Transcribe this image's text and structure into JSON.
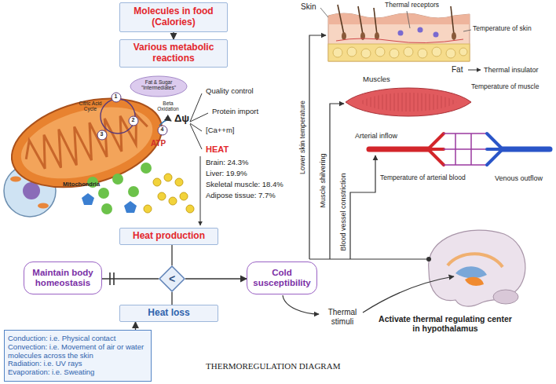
{
  "diagram": {
    "caption": "THERMOREGULATION DIAGRAM",
    "nodes": [
      {
        "text": [
          "Molecules in food (Calories)"
        ]
      },
      {
        "text": [
          "Various metabolic reactions"
        ]
      },
      {
        "text": [
          "Heat production"
        ]
      },
      {
        "text": [
          "Maintain body homeostasis"
        ]
      },
      {
        "text": [
          "<"
        ]
      },
      {
        "text": [
          "Cold susceptibility"
        ]
      },
      {
        "text": [
          "Heat loss"
        ]
      },
      {
        "text": [
          "Conduction: i.e. Physical contact",
          "Convection: i.e. Movement of air or water molecules across the skin",
          "Radiation: i.e. UV rays",
          "Evaporation: i.e. Sweating"
        ]
      }
    ],
    "edges": [
      {
        "from": 0,
        "to": 1,
        "arrow": "to"
      },
      {
        "from": 2,
        "to": 4,
        "arrow": "none"
      },
      {
        "from": 6,
        "to": 4,
        "arrow": "none"
      },
      {
        "from": 4,
        "to": 3,
        "arrow": "none"
      },
      {
        "from": 4,
        "to": 5,
        "arrow": "to"
      },
      {
        "from": 7,
        "to": 6,
        "arrow": "to"
      }
    ],
    "labels": [
      "Fat & Sugar \"Intermediates\"",
      "Citric Acid Cycle",
      "Beta Oxidation",
      "Mitochondria",
      "1",
      "2",
      "3",
      "4",
      "Δψ",
      "Quality control",
      "Protein import",
      "[Ca++m]",
      "ATP",
      "HEAT",
      "Brain: 24.3%",
      "Liver: 19.9%",
      "Skeletal muscle: 18.4%",
      "Adipose tissue: 7.7%",
      "Skin",
      "Thermal receptors",
      "Temperature of skin",
      "Fat",
      "Thermal insulator",
      "Muscles",
      "Temperature of muscle",
      "Arterial inflow",
      "Venous outflow",
      "Temperature of arterial blood",
      "Lower skin temperature",
      "Muscle shilvering",
      "Blood vessel constriction",
      "Thermal stimuli",
      "Activate thermal regulating center in hypothalamus"
    ]
  }
}
